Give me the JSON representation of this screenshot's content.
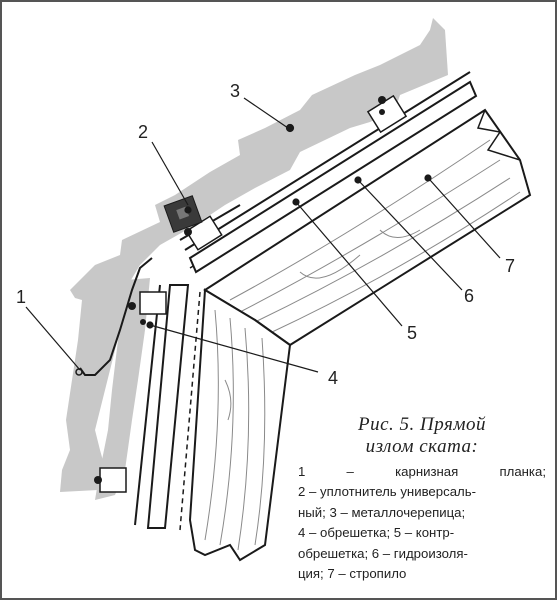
{
  "callouts": [
    "1",
    "2",
    "3",
    "4",
    "5",
    "6",
    "7"
  ],
  "caption": {
    "title_line1": "Рис.   5. Прямой",
    "title_line2": "излом ската:",
    "legend_lines": [
      [
        "1",
        "–",
        "карнизная",
        "планка;"
      ],
      [
        "2 – уплотнитель универсаль-"
      ],
      [
        "ный;  3  –  металлочерепица;"
      ],
      [
        "4  –  обрешетка;  5  –  контр-"
      ],
      [
        "обрешетка;  6  –  гидроизоля-"
      ],
      [
        "ция; 7 – стропило"
      ]
    ]
  },
  "colors": {
    "tile_fill": "#c8c8c8",
    "line": "#1a1a1a",
    "wood_grain": "#8a8a8a"
  }
}
